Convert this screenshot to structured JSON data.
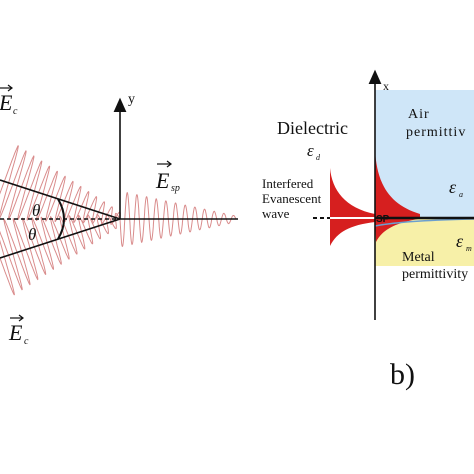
{
  "panel_a": {
    "e_incident_top": "E",
    "e_incident_top_sub": "c",
    "e_incident_bottom": "E",
    "e_incident_bottom_sub": "c",
    "e_sp": "E",
    "e_sp_sub": "sp",
    "y_axis": "y",
    "theta_top": "θ",
    "theta_bottom": "θ"
  },
  "panel_b": {
    "x_axis": "x",
    "dielectric_title": "Dielectric",
    "eps_d": "ε",
    "eps_d_sub": "d",
    "interfered_line1": "Interfered",
    "interfered_line2": "Evanescent",
    "interfered_line3": "wave",
    "air_line1": "Air",
    "air_line2": "permittiv",
    "eps_a": "ε",
    "eps_a_sub": "a",
    "sp_label": "SP",
    "eps_m": "ε",
    "eps_m_sub": "m",
    "metal_line1": "Metal",
    "metal_line2": "permittivity",
    "panel_label": "b)"
  },
  "colors": {
    "air_fill": "#cfe6f8",
    "metal_fill": "#f7f0a8",
    "sp_red": "#d61f1f",
    "wave_red": "#d98c8c",
    "axis": "#111111"
  }
}
